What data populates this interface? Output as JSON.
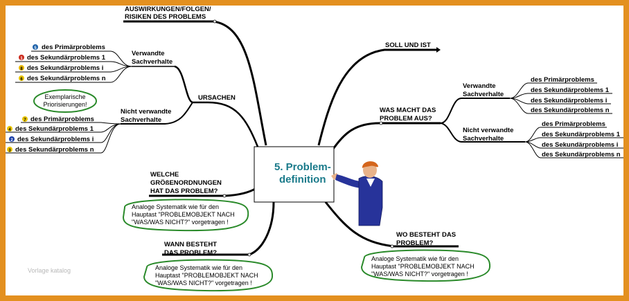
{
  "center": {
    "line1": "5. Problem-",
    "line2": "definition"
  },
  "branches": {
    "auswirkungen": {
      "line1": "AUSWIRKUNGEN/FOLGEN/",
      "line2": "RISIKEN DES PROBLEMS"
    },
    "soll_ist": "SOLL UND IST",
    "ursachen": "URSACHEN",
    "was_macht": {
      "line1": "WAS MACHT DAS",
      "line2": "PROBLEM AUS?"
    },
    "groessen": {
      "line1": "WELCHE",
      "line2": "GRÖßENORDNUNGEN",
      "line3": "HAT DAS PROBLEM?"
    },
    "wann": {
      "line1": "WANN BESTEHT",
      "line2": "DAS PROBLEM?"
    },
    "wo": {
      "line1": "WO BESTEHT DAS",
      "line2": "PROBLEM?"
    }
  },
  "left_verwandte": {
    "label1": "Verwandte",
    "label2": "Sachverhalte",
    "items": [
      {
        "badge": "5",
        "badge_color": "#1a5fa8",
        "text": "des Primärproblems"
      },
      {
        "badge": "1",
        "badge_color": "#cc2b1d",
        "text": "des Sekundärproblems 1"
      },
      {
        "badge": "8",
        "badge_color": "#e8b800",
        "text": "des Sekundärproblems i"
      },
      {
        "badge": "6",
        "badge_color": "#e8c400",
        "text": "des Sekundärproblems n"
      }
    ]
  },
  "left_nicht_verwandte": {
    "label1": "Nicht verwandte",
    "label2": "Sachverhalte",
    "items": [
      {
        "badge": "7",
        "badge_color": "#e8c400",
        "text": "des Primärproblems"
      },
      {
        "badge": "4",
        "badge_color": "#e8c400",
        "text": "des Sekundärproblems 1"
      },
      {
        "badge": "2",
        "badge_color": "#1a3fa8",
        "text": "des Sekundärproblems i"
      },
      {
        "badge": "3",
        "badge_color": "#e8c400",
        "text": "des Sekundärproblems n"
      }
    ]
  },
  "left_note": {
    "line1": "Exemplarische",
    "line2": "Priorisierungen!"
  },
  "right_verwandte": {
    "label1": "Verwandte",
    "label2": "Sachverhalte",
    "items": [
      "des Primärproblems",
      "des Sekundärproblems 1",
      "des Sekundärproblems i",
      "des Sekundärproblems n"
    ]
  },
  "right_nicht_verwandte": {
    "label1": "Nicht verwandte",
    "label2": "Sachverhalte",
    "items": [
      "des Primärproblems",
      "des Sekundärproblems 1",
      "des Sekundärproblems i",
      "des Sekundärproblems n"
    ]
  },
  "analog_note": {
    "line1": "Analoge Systematik wie für den",
    "line2": "Hauptast \"PROBLEMOBJEKT NACH",
    "line3": "\"WAS/WAS NICHT?\" vorgetragen !"
  },
  "watermark": "Vorlage katalog",
  "colors": {
    "border": "#e3901f",
    "note_outline": "#2a8a2a",
    "center_text": "#1a7a8a"
  }
}
